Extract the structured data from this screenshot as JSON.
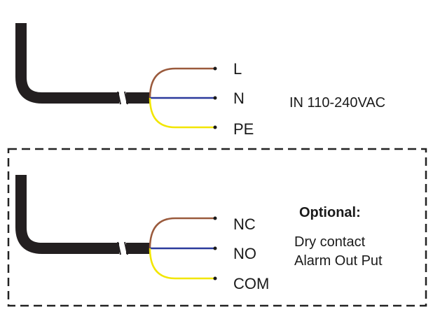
{
  "colors": {
    "cable": "#231f20",
    "brown_wire": "#9a5a3c",
    "blue_wire": "#2b3a9c",
    "yellow_wire": "#f2e600",
    "dashed_border": "#222222",
    "text": "#1a1a1a"
  },
  "power_cable": {
    "terminals": {
      "l": "L",
      "n": "N",
      "pe": "PE"
    },
    "input_label": "IN 110-240VAC"
  },
  "alarm_cable": {
    "terminals": {
      "nc": "NC",
      "no": "NO",
      "com": "COM"
    },
    "heading": "Optional:",
    "description_line1": "Dry contact",
    "description_line2": "Alarm Out Put"
  }
}
